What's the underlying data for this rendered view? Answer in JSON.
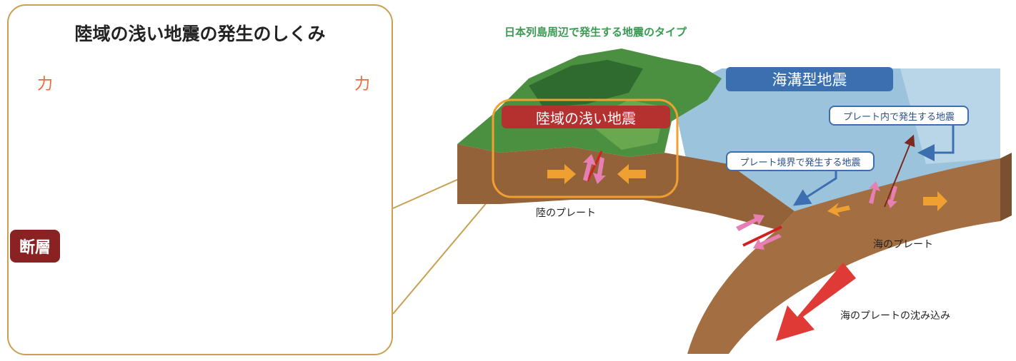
{
  "left_panel": {
    "title": "陸域の浅い地震の発生のしくみ",
    "force_left": "力",
    "force_right": "力",
    "fault_label": "断層"
  },
  "right_diagram": {
    "title": "日本列島周辺で発生する地震のタイプ",
    "trench_label": "海溝型地震",
    "shallow_label": "陸域の浅い地震",
    "intraplate_label": "プレート内で発生する地震",
    "interplate_label": "プレート境界で発生する地震",
    "land_plate_label": "陸のプレート",
    "ocean_plate_label": "海のプレート",
    "subduction_label": "海のプレートの沈み込み"
  },
  "colors": {
    "grass": "#4aa046",
    "soil": "#b59b78",
    "bedrock": "#5e5450",
    "fault": "#a5272a",
    "force_arrow": "#ee5a3a",
    "orange_arrow": "#f0a030",
    "pink_arrow": "#e77fb4",
    "sea": "#9cc3dc",
    "plate": "#9a6a40",
    "panel_border": "#c9a052",
    "subduction_arrow": "#e03a36"
  }
}
